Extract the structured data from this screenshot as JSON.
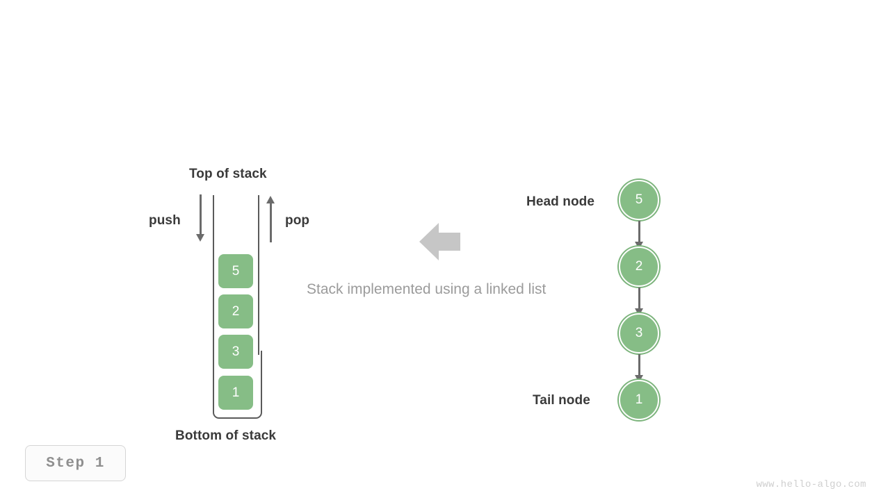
{
  "diagram": {
    "caption": "Stack implemented using a linked list",
    "stack": {
      "top_label": "Top of stack",
      "bottom_label": "Bottom of stack",
      "push_label": "push",
      "pop_label": "pop",
      "cells": [
        {
          "value": "5"
        },
        {
          "value": "2"
        },
        {
          "value": "3"
        },
        {
          "value": "1"
        }
      ]
    },
    "linked_list": {
      "head_label": "Head node",
      "tail_label": "Tail node",
      "nodes": [
        {
          "value": "5"
        },
        {
          "value": "2"
        },
        {
          "value": "3"
        },
        {
          "value": "1"
        }
      ]
    },
    "transform_arrow": "left-arrow-icon"
  },
  "footer": {
    "step_label": "Step 1",
    "watermark": "www.hello-algo.com"
  },
  "colors": {
    "node_green": "#86bd86",
    "node_ring_green": "#7cb47c",
    "arrow_gray": "#6b6b6b",
    "block_arrow_gray": "#c6c6c6",
    "caption_gray": "#9b9b9b",
    "label_dark": "#3a3a3a",
    "badge_gray": "#8f8f8f",
    "watermark_gray": "#cfcfcf",
    "background": "#ffffff"
  }
}
